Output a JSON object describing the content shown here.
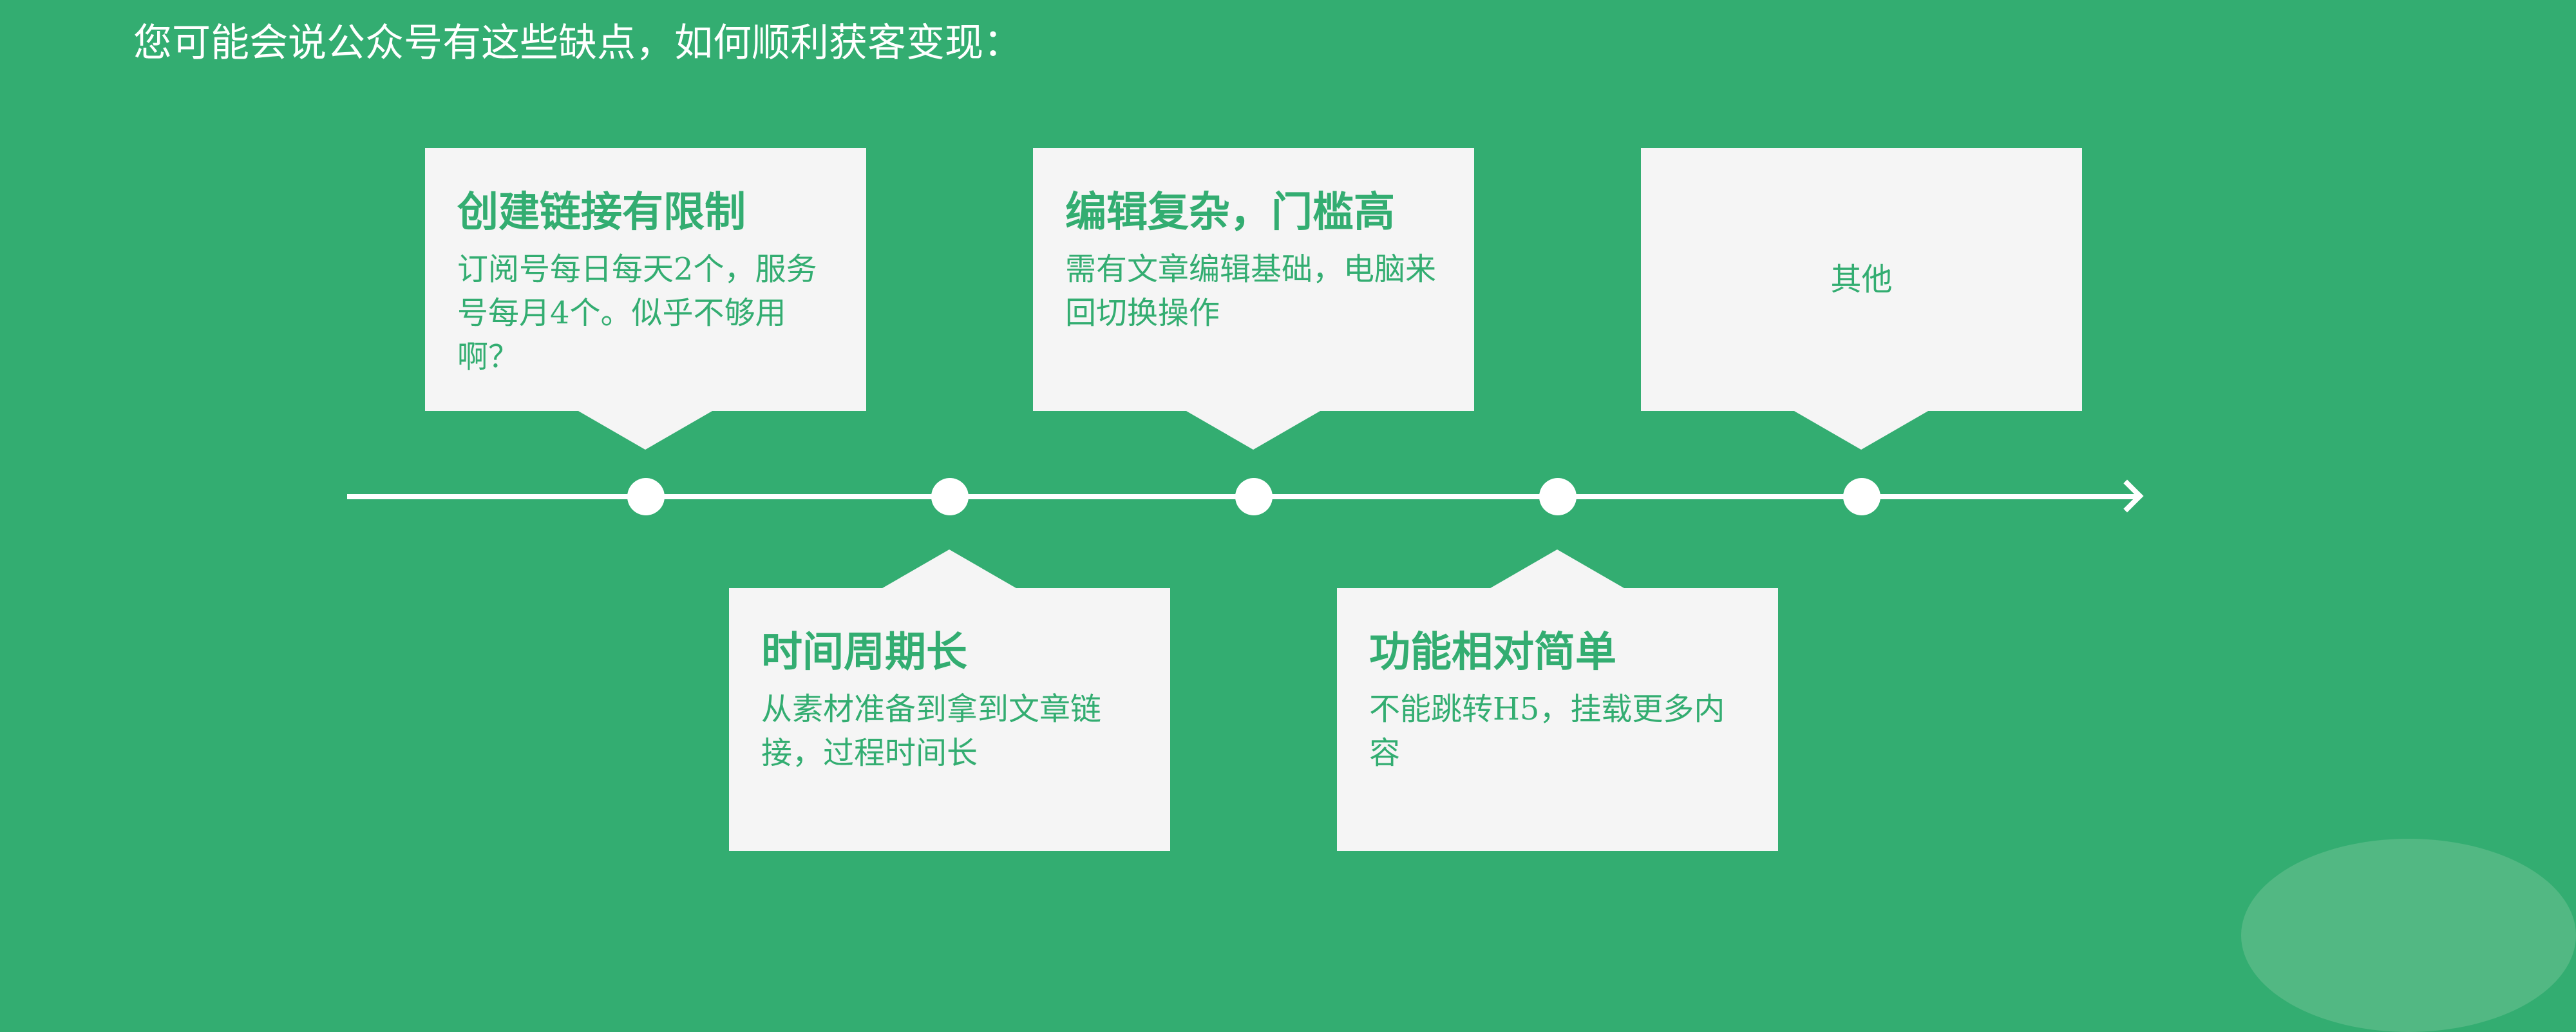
{
  "title": "您可能会说公众号有这些缺点，如何顺利获客变现：",
  "cards": [
    {
      "title": "创建链接有限制",
      "body": "订阅号每日每天2个，服务号每月4个。似乎不够用啊？"
    },
    {
      "title": "时间周期长",
      "body": "从素材准备到拿到文章链接，过程时间长"
    },
    {
      "title": "编辑复杂，门槛高",
      "body": "需有文章编辑基础，电脑来回切换操作"
    },
    {
      "title": "功能相对简单",
      "body": "不能跳转H5，挂载更多内容"
    },
    {
      "title": "",
      "body": "其他"
    }
  ],
  "colors": {
    "background": "#33ad71",
    "card": "#f5f5f5",
    "accent": "#33ad71"
  }
}
